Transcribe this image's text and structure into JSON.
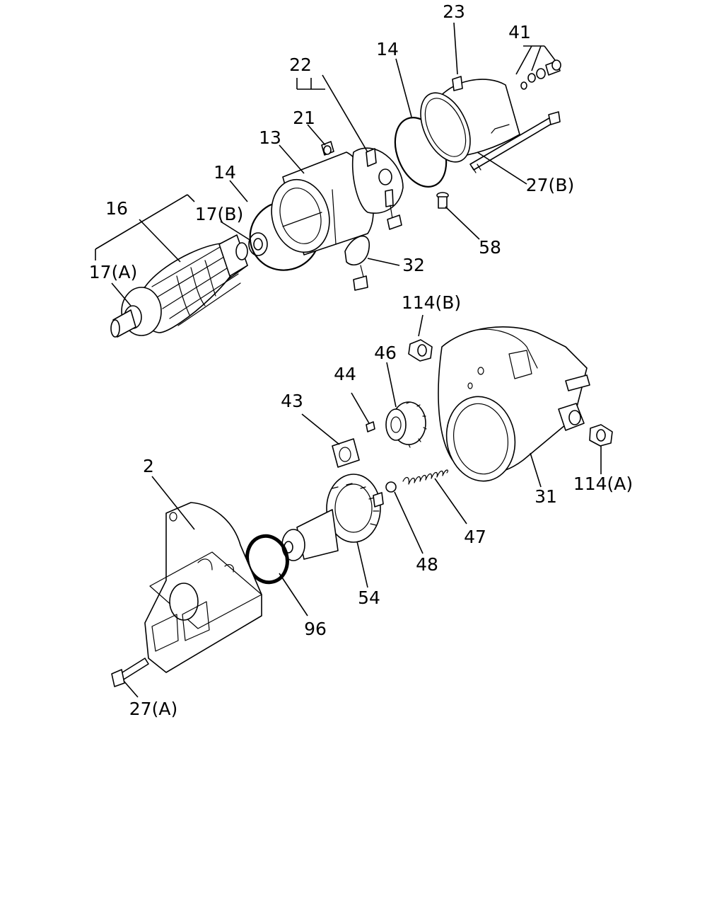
{
  "callouts": {
    "c2": "2",
    "c13": "13",
    "c14a": "14",
    "c14b": "14",
    "c16": "16",
    "c17a": "17(A)",
    "c17b": "17(B)",
    "c21": "21",
    "c22": "22",
    "c23": "23",
    "c27a": "27(A)",
    "c27b": "27(B)",
    "c31": "31",
    "c32": "32",
    "c41": "41",
    "c43": "43",
    "c44": "44",
    "c46": "46",
    "c47": "47",
    "c48": "48",
    "c54": "54",
    "c58": "58",
    "c96": "96",
    "c114a": "114(A)",
    "c114b": "114(B)"
  }
}
